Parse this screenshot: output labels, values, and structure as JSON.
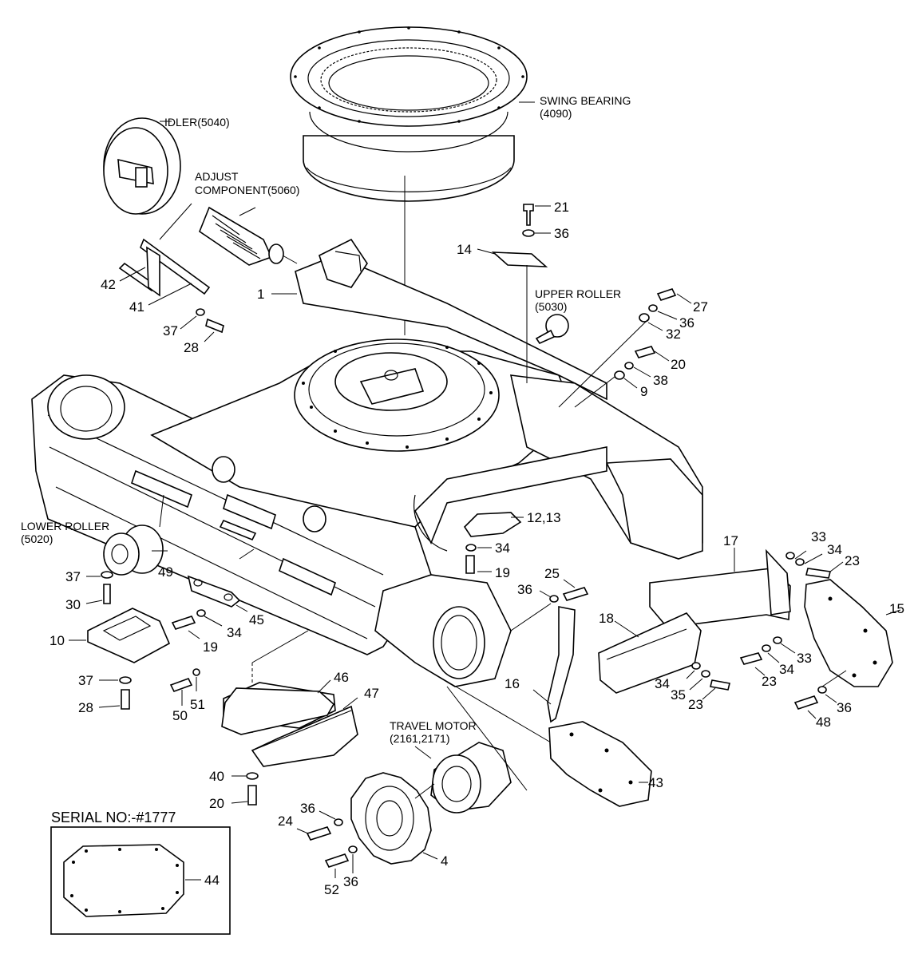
{
  "captions": {
    "swing_bearing_1": "SWING BEARING",
    "swing_bearing_2": "(4090)",
    "idler": "IDLER(5040)",
    "adjust_1": "ADJUST",
    "adjust_2": "COMPONENT(5060)",
    "upper_roller_1": "UPPER ROLLER",
    "upper_roller_2": "(5030)",
    "lower_roller_1": "LOWER ROLLER",
    "lower_roller_2": "(5020)",
    "travel_motor_1": "TRAVEL MOTOR",
    "travel_motor_2": "(2161,2171)",
    "serial": "SERIAL NO:-#1777"
  },
  "callouts": {
    "c1": "1",
    "c4": "4",
    "c9": "9",
    "c10": "10",
    "c12_13": "12,13",
    "c14": "14",
    "c15": "15",
    "c16": "16",
    "c17": "17",
    "c18": "18",
    "c19a": "19",
    "c19b": "19",
    "c20a": "20",
    "c20b": "20",
    "c21": "21",
    "c23a": "23",
    "c23b": "23",
    "c23c": "23",
    "c24": "24",
    "c25": "25",
    "c27": "27",
    "c28a": "28",
    "c28b": "28",
    "c30": "30",
    "c32": "32",
    "c33a": "33",
    "c33b": "33",
    "c34a": "34",
    "c34b": "34",
    "c34c": "34",
    "c34d": "34",
    "c34e": "34",
    "c35": "35",
    "c36a": "36",
    "c36b": "36",
    "c36c": "36",
    "c36d": "36",
    "c36e": "36",
    "c36f": "36",
    "c37a": "37",
    "c37b": "37",
    "c37c": "37",
    "c38": "38",
    "c40": "40",
    "c41": "41",
    "c42": "42",
    "c43": "43",
    "c44": "44",
    "c45": "45",
    "c46": "46",
    "c47": "47",
    "c48": "48",
    "c49": "49",
    "c50": "50",
    "c51": "51",
    "c52": "52"
  }
}
